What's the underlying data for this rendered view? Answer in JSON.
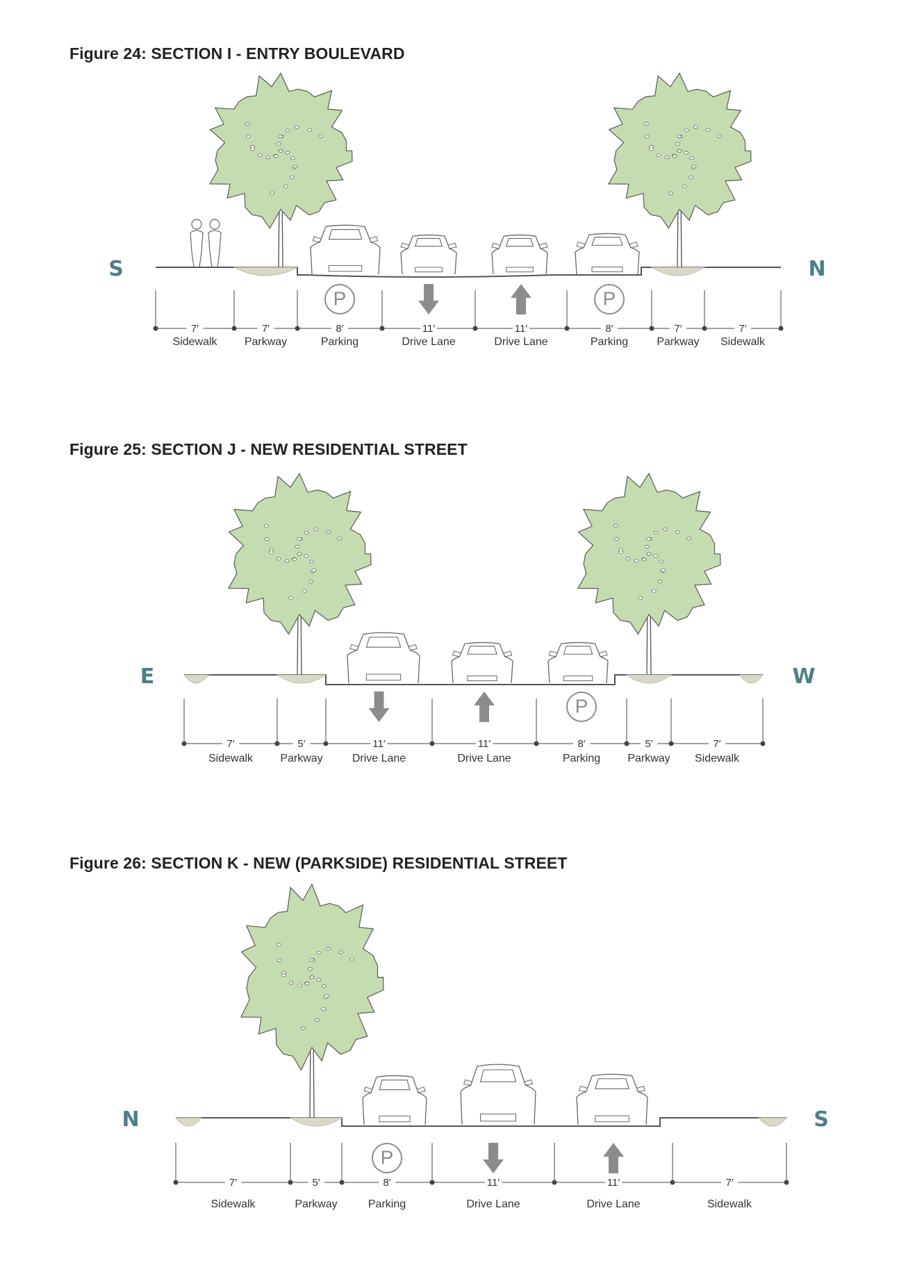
{
  "figures": [
    {
      "title": "Figure 24: SECTION I - ENTRY BOULEVARD",
      "left_dir": "S",
      "right_dir": "N",
      "segments": [
        {
          "dim": "7′",
          "label": "Sidewalk",
          "icon": "none"
        },
        {
          "dim": "7′",
          "label": "Parkway",
          "icon": "none"
        },
        {
          "dim": "8′",
          "label": "Parking",
          "icon": "parking"
        },
        {
          "dim": "11′",
          "label": "Drive Lane",
          "icon": "arrow-down"
        },
        {
          "dim": "11′",
          "label": "Drive Lane",
          "icon": "arrow-up"
        },
        {
          "dim": "8′",
          "label": "Parking",
          "icon": "parking"
        },
        {
          "dim": "7′",
          "label": "Parkway",
          "icon": "none"
        },
        {
          "dim": "7′",
          "label": "Sidewalk",
          "icon": "none"
        }
      ]
    },
    {
      "title": "Figure 25: SECTION J - NEW RESIDENTIAL STREET",
      "left_dir": "E",
      "right_dir": "W",
      "segments": [
        {
          "dim": "7′",
          "label": "Sidewalk",
          "icon": "none"
        },
        {
          "dim": "5′",
          "label": "Parkway",
          "icon": "none"
        },
        {
          "dim": "11′",
          "label": "Drive Lane",
          "icon": "arrow-down"
        },
        {
          "dim": "11′",
          "label": "Drive Lane",
          "icon": "arrow-up"
        },
        {
          "dim": "8′",
          "label": "Parking",
          "icon": "parking"
        },
        {
          "dim": "5′",
          "label": "Parkway",
          "icon": "none"
        },
        {
          "dim": "7′",
          "label": "Sidewalk",
          "icon": "none"
        }
      ]
    },
    {
      "title": "Figure 26: SECTION K - NEW (PARKSIDE) RESIDENTIAL STREET",
      "left_dir": "N",
      "right_dir": "S",
      "segments": [
        {
          "dim": "7′",
          "label": "Sidewalk",
          "icon": "none"
        },
        {
          "dim": "5′",
          "label": "Parkway",
          "icon": "none"
        },
        {
          "dim": "8′",
          "label": "Parking",
          "icon": "parking"
        },
        {
          "dim": "11′",
          "label": "Drive Lane",
          "icon": "arrow-down"
        },
        {
          "dim": "11′",
          "label": "Drive Lane",
          "icon": "arrow-up"
        },
        {
          "dim": "7′",
          "label": "Sidewalk",
          "icon": "none"
        }
      ]
    }
  ],
  "parking_symbol": "P",
  "colors": {
    "tree_foliage": "#c5dbb0",
    "tree_outline": "#5a5a5a",
    "planting_soil": "#dad9c7",
    "direction_text": "#4f7f86",
    "arrow": "#8c8c8c",
    "line": "#555555"
  }
}
